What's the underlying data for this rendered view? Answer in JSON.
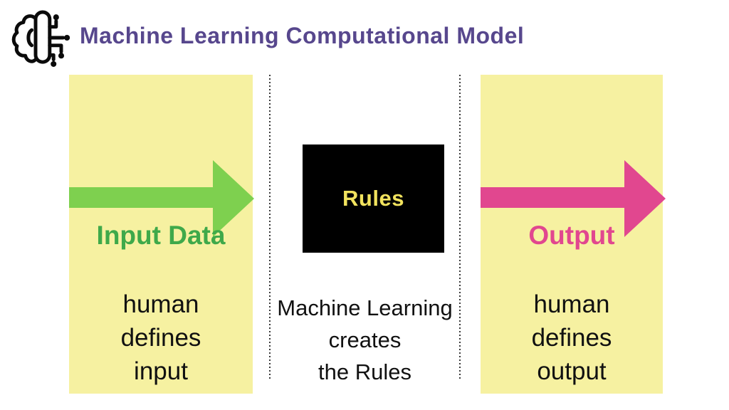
{
  "header": {
    "title": "Machine Learning Computational Model",
    "icon_name": "brain-circuit-icon"
  },
  "colors": {
    "title_purple": "#57478D",
    "panel_yellow": "#F6F1A1",
    "input_arrow_green": "#7ED04F",
    "input_label_green": "#3FA94A",
    "output_pink": "#E1478F",
    "rules_box_bg": "#000000",
    "rules_label_yellow": "#F2E35E",
    "divider_dot_gray": "#3A3A3A",
    "body_text": "#111111"
  },
  "input_panel": {
    "label": "Input Data",
    "line1": "human",
    "line2": "defines",
    "line3": "input"
  },
  "rules_panel": {
    "box_label": "Rules",
    "line1": "Machine Learning",
    "line2": "creates",
    "line3": "the Rules"
  },
  "output_panel": {
    "label": "Output",
    "line1": "human",
    "line2": "defines",
    "line3": "output"
  }
}
